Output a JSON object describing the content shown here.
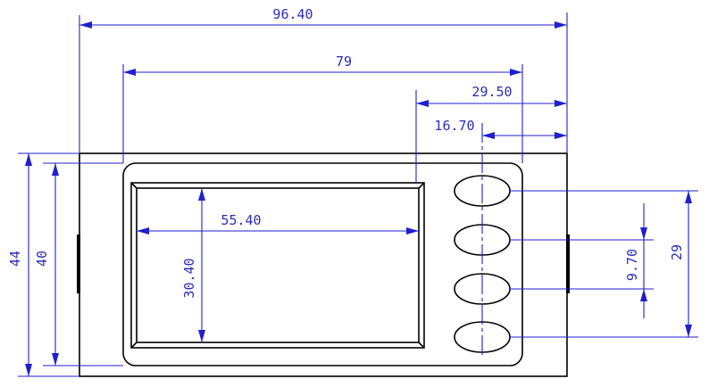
{
  "dimensions": {
    "overall_width": "96.40",
    "bezel_width": "79",
    "buttons_offset": "29.50",
    "button_center_offset": "16.70",
    "screen_width": "55.40",
    "screen_height": "30.40",
    "overall_height": "44",
    "bezel_height": "40",
    "button_pitch": "9.70",
    "button_span": "29"
  },
  "button_count": 4,
  "colors": {
    "outline": "#000000",
    "dimension": "#1f1fd0",
    "text": "#2c2cb8"
  }
}
